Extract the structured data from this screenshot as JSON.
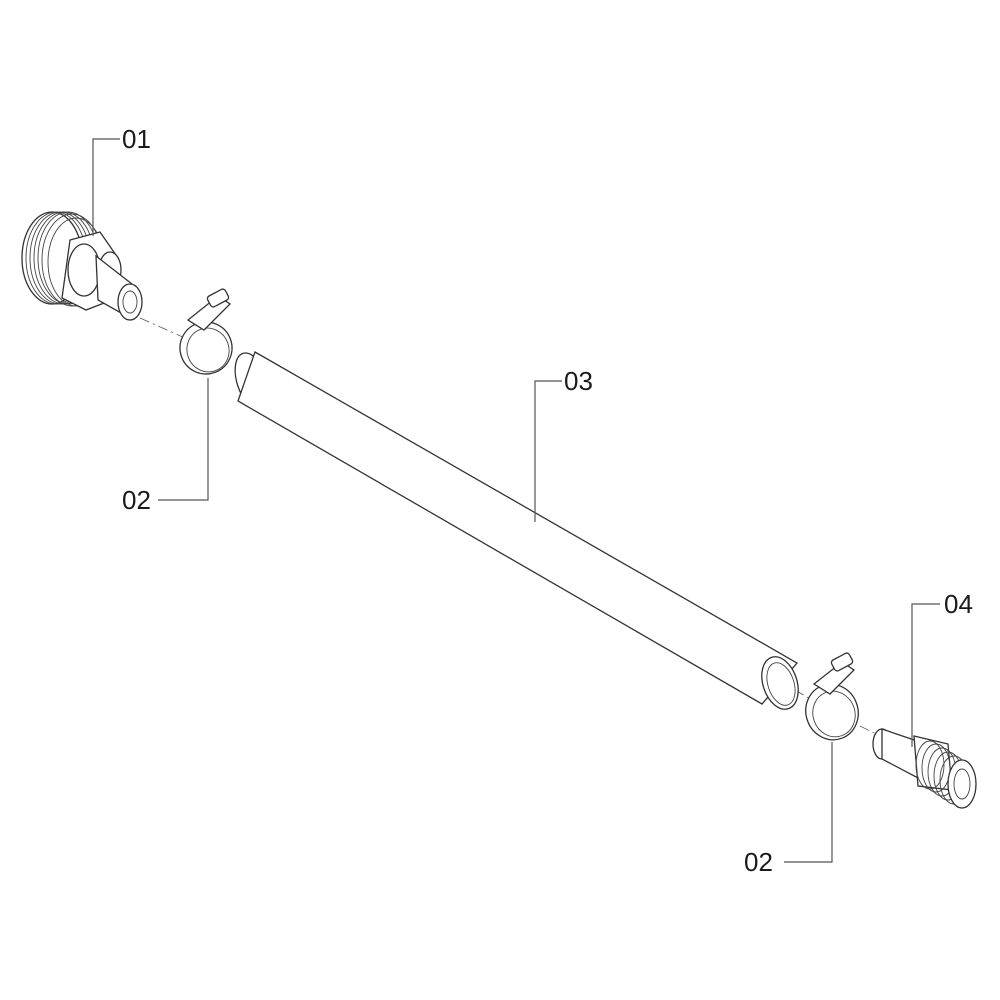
{
  "callouts": {
    "c01": "01",
    "c02_top": "02",
    "c03": "03",
    "c04": "04",
    "c02_bottom": "02"
  },
  "parts": [
    "threaded-adapter",
    "hose-clamp",
    "hose",
    "hose-clamp",
    "threaded-nipple"
  ]
}
